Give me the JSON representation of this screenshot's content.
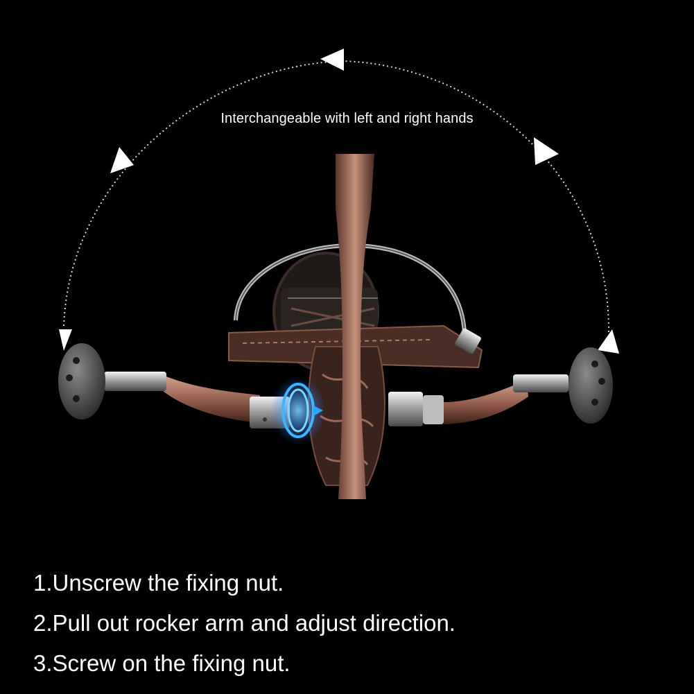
{
  "headline": "Interchangeable with left and right hands",
  "steps": [
    "1.Unscrew the fixing nut.",
    "2.Pull out rocker arm and adjust direction.",
    "3.Screw on the fixing nut."
  ],
  "colors": {
    "background": "#000000",
    "text": "#ffffff",
    "copper": "#a86e5a",
    "highlight": "#2aa8ff"
  },
  "icons": [
    "arrow-head-icon",
    "rotation-indicator-icon"
  ]
}
